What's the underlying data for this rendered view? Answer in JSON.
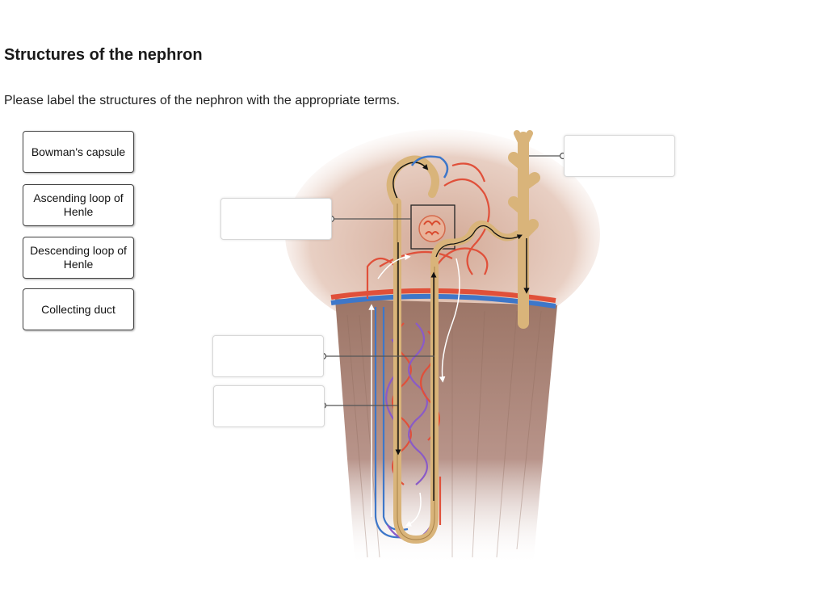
{
  "page": {
    "title": "Structures of the nephron",
    "instructions": "Please label the structures of the nephron with the appropriate terms."
  },
  "terms": [
    "Bowman's capsule",
    "Ascending loop of Henle",
    "Descending loop of Henle",
    "Collecting duct"
  ],
  "drop_zones": [
    {
      "id": "zone-top-right",
      "value": ""
    },
    {
      "id": "zone-upper-left",
      "value": ""
    },
    {
      "id": "zone-middle-left",
      "value": ""
    },
    {
      "id": "zone-lower-left",
      "value": ""
    }
  ],
  "colors": {
    "artery": "#e0503a",
    "vein": "#3e77c9",
    "capillary_purple": "#8a5bc7",
    "tubule": "#d9b47a",
    "tubule_edge": "#a8824a",
    "tissue": "#b88e7a"
  }
}
